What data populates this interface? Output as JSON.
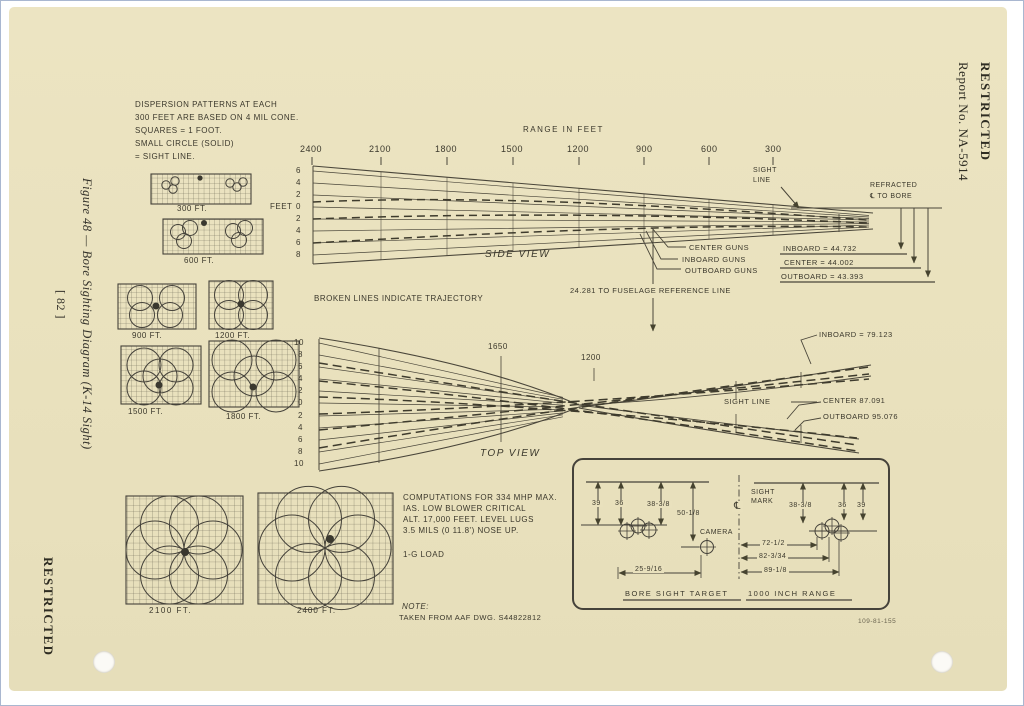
{
  "margins": {
    "right_restricted": "RESTRICTED",
    "right_report": "Report No. NA-5914",
    "left_figure": "Figure 48 — Bore Sighting Diagram (K-14 Sight)",
    "left_page": "[ 82 ]",
    "left_restricted": "RESTRICTED",
    "drawing_ref": "109-81-155"
  },
  "dispersion_note": {
    "lines": [
      "DISPERSION PATTERNS AT EACH",
      "300 FEET ARE BASED ON 4 MIL CONE.",
      "SQUARES = 1 FOOT.",
      "SMALL CIRCLE (SOLID)",
      "= SIGHT LINE."
    ]
  },
  "range_scale": {
    "title": "RANGE IN FEET",
    "ticks": [
      "2400",
      "2100",
      "1800",
      "1500",
      "1200",
      "900",
      "600",
      "300"
    ]
  },
  "side_view": {
    "title": "SIDE VIEW",
    "axis_label": "FEET",
    "axis_ticks": [
      "6",
      "4",
      "2",
      "0",
      "2",
      "4",
      "6",
      "8"
    ],
    "sight_label": [
      "SIGHT",
      "LINE"
    ],
    "refracted_label": [
      "REFRACTED",
      "℄ TO BORE"
    ],
    "gun_labels": [
      "CENTER GUNS",
      "INBOARD GUNS",
      "OUTBOARD GUNS"
    ],
    "station_values": [
      "INBOARD = 44.732",
      "CENTER = 44.002",
      "OUTBOARD = 43.393"
    ],
    "fuselage_note": "24.281 TO FUSELAGE REFERENCE LINE",
    "broken_lines_note": "BROKEN LINES INDICATE TRAJECTORY"
  },
  "top_view": {
    "title": "TOP VIEW",
    "axis_ticks": [
      "10",
      "8",
      "6",
      "4",
      "2",
      "0",
      "2",
      "4",
      "6",
      "8",
      "10"
    ],
    "range_ticks": [
      "1650",
      "1200"
    ],
    "sight_line": "SIGHT LINE",
    "inboard": "INBOARD = 79.123",
    "center": "CENTER 87.091",
    "outboard": "OUTBOARD 95.076"
  },
  "patterns": {
    "labels": [
      "300 FT.",
      "600 FT.",
      "900 FT.",
      "1200 FT.",
      "1500 FT.",
      "1800 FT.",
      "2100 FT.",
      "2400 FT."
    ]
  },
  "computations": {
    "lines": [
      "COMPUTATIONS FOR 334 MHP MAX.",
      "IAS. LOW BLOWER CRITICAL",
      "ALT. 17,000 FEET. LEVEL LUGS",
      "3.5 MILS (0 11.8') NOSE UP."
    ],
    "load": "1-G LOAD"
  },
  "note": {
    "title": "NOTE:",
    "body": "TAKEN FROM AAF DWG. S44822812"
  },
  "target": {
    "dims_left": [
      "39",
      "36",
      "38-3/8",
      "50-1/8"
    ],
    "centerline_symbol": "℄",
    "camera_label": "CAMERA",
    "sight_mark": [
      "SIGHT",
      "MARK"
    ],
    "dims_right": [
      "38-3/8",
      "36",
      "39"
    ],
    "width_dims": [
      "72-1/2",
      "82-3/34",
      "89-1/8"
    ],
    "camera_dim": "25-9/16",
    "footer_left": "BORE SIGHT TARGET",
    "footer_right": "1000 INCH RANGE"
  }
}
